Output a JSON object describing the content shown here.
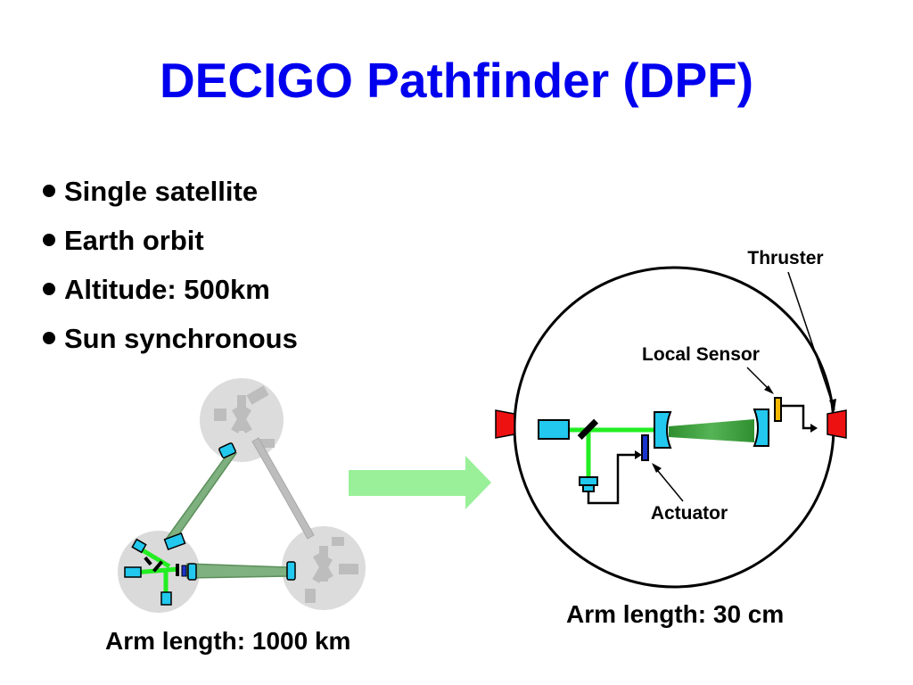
{
  "title": "DECIGO Pathfinder (DPF)",
  "bullets": [
    {
      "text": "Single satellite"
    },
    {
      "text": "Earth orbit"
    },
    {
      "text": "Altitude: 500km"
    },
    {
      "text": "Sun synchronous"
    }
  ],
  "left_figure": {
    "caption": "Arm length: 1000 km"
  },
  "right_figure": {
    "caption": "Arm length: 30 cm",
    "labels": {
      "thruster": "Thruster",
      "local_sensor": "Local Sensor",
      "actuator": "Actuator"
    }
  },
  "colors": {
    "title": "#0000ee",
    "laser": "#22ee22",
    "arrow": "#99f099",
    "thruster": "#ee1111",
    "mirror": "#22c8ee",
    "sensor": "#f5b800",
    "actuator": "#1a33cc",
    "craft_gray": "#d9d9d9"
  }
}
